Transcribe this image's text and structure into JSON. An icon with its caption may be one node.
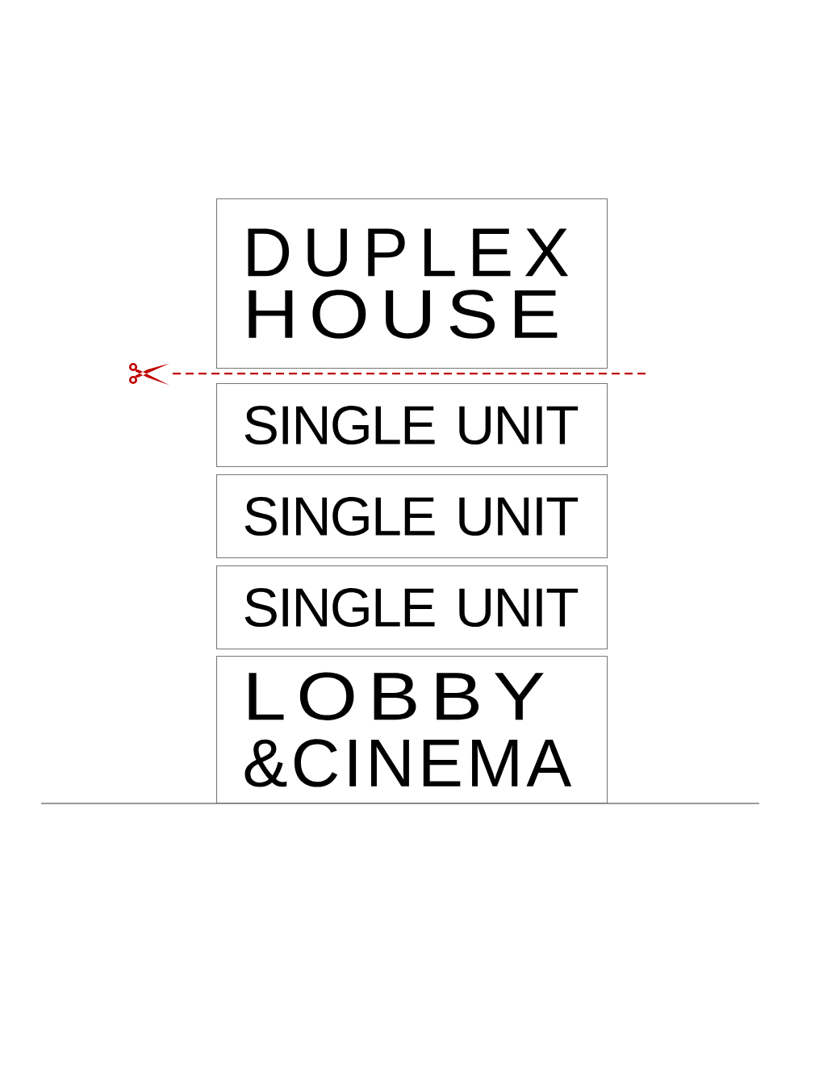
{
  "diagram": {
    "nodes": [
      {
        "text": [
          "DUPLEX HOUSE"
        ]
      },
      {
        "text": [
          "SINGLE UNIT"
        ]
      },
      {
        "text": [
          "SINGLE UNIT"
        ]
      },
      {
        "text": [
          "SINGLE UNIT"
        ]
      },
      {
        "text": [
          "LOBBY &CINEMA"
        ]
      }
    ]
  }
}
